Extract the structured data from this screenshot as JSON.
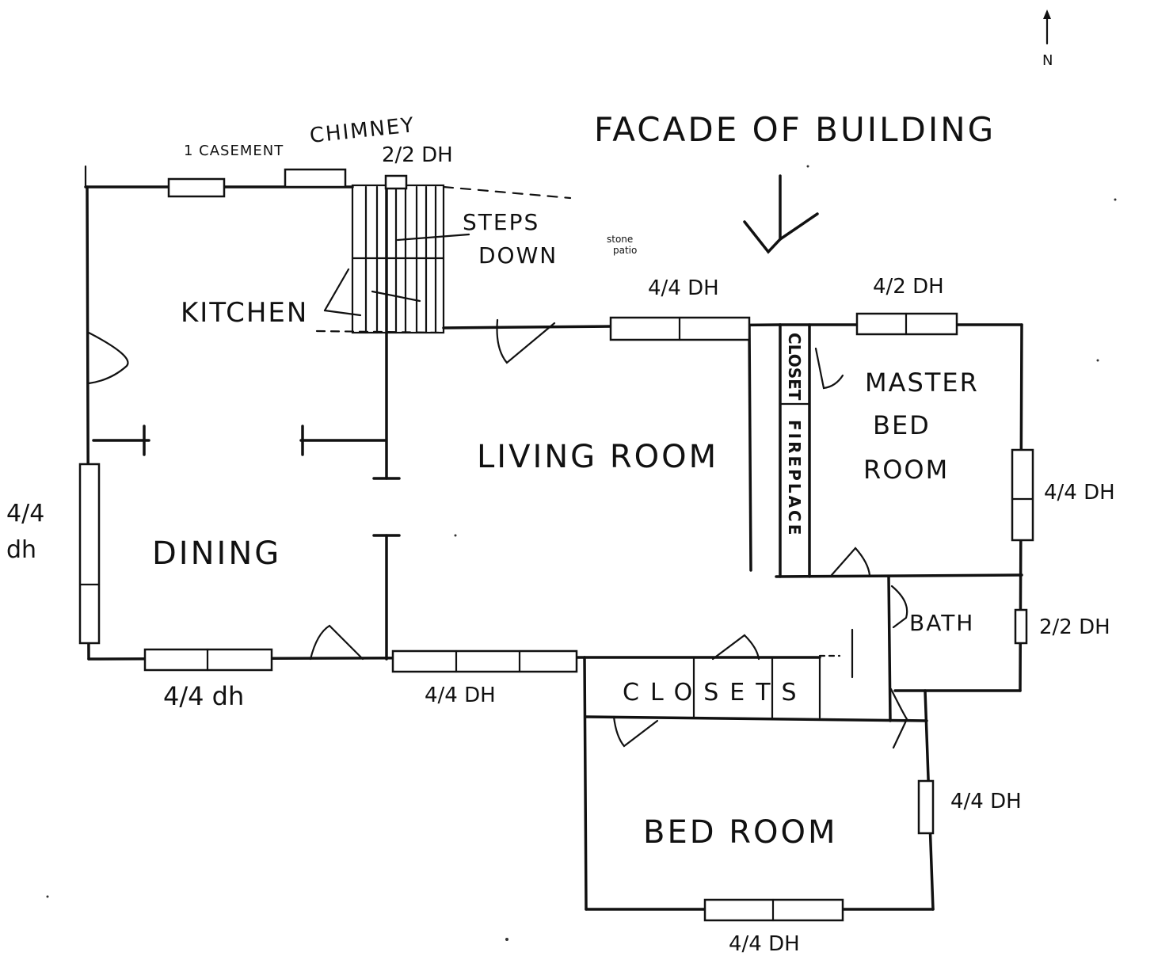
{
  "north": {
    "label": "N"
  },
  "facade": {
    "title": "FACADE OF BUILDING"
  },
  "rooms": {
    "kitchen": "KITCHEN",
    "dining": "DINING",
    "living": "LIVING ROOM",
    "master_line1": "MASTER",
    "master_line2": "BED",
    "master_line3": "ROOM",
    "bath": "BATH",
    "closets": "CLOSETS",
    "bedroom": "BED ROOM",
    "closet": "CLOSET",
    "fireplace": "FIREPLACE"
  },
  "annotations": {
    "casement": "1 CASEMENT",
    "chimney": "CHIMNEY",
    "steps_line1": "STEPS",
    "steps_line2": "DOWN",
    "patio_line1": "stone",
    "patio_line2": "patio"
  },
  "windows": {
    "north_kitchen": "2/2 DH",
    "north_living": "4/4 DH",
    "north_master": "4/2 DH",
    "east_master": "4/4 DH",
    "east_bath": "2/2 DH",
    "west_dining_line1": "4/4",
    "west_dining_line2": "dh",
    "south_dining": "4/4 dh",
    "south_living": "4/4 DH",
    "east_bedroom": "4/4 DH",
    "south_bedroom": "4/4 DH"
  }
}
